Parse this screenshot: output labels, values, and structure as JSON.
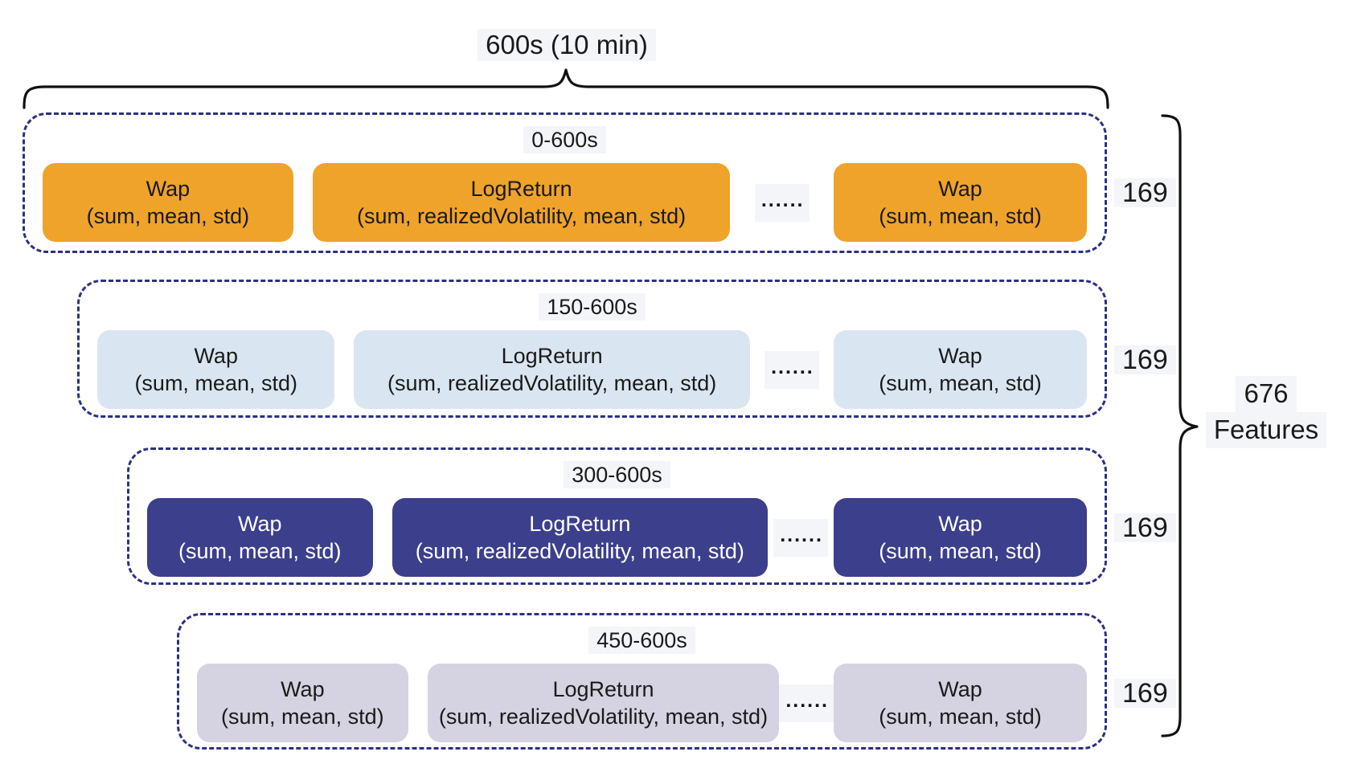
{
  "diagram": {
    "top_label": "600s (10 min)",
    "dots": "......",
    "total": {
      "value": "676",
      "unit": "Features"
    },
    "rows": [
      {
        "window": "0-600s",
        "feature_count": "169",
        "box_color": "#efa32b",
        "boxes": [
          {
            "name": "Wap",
            "stats": "(sum, mean, std)"
          },
          {
            "name": "LogReturn",
            "stats": "(sum, realizedVolatility, mean, std)"
          },
          {
            "name": "Wap",
            "stats": "(sum, mean, std)"
          }
        ]
      },
      {
        "window": "150-600s",
        "feature_count": "169",
        "box_color": "#d9e6f2",
        "boxes": [
          {
            "name": "Wap",
            "stats": "(sum, mean, std)"
          },
          {
            "name": "LogReturn",
            "stats": "(sum, realizedVolatility, mean, std)"
          },
          {
            "name": "Wap",
            "stats": "(sum, mean, std)"
          }
        ]
      },
      {
        "window": "300-600s",
        "feature_count": "169",
        "box_color": "#3c3f8c",
        "boxes": [
          {
            "name": "Wap",
            "stats": "(sum, mean, std)"
          },
          {
            "name": "LogReturn",
            "stats": "(sum, realizedVolatility, mean, std)"
          },
          {
            "name": "Wap",
            "stats": "(sum, mean, std)"
          }
        ]
      },
      {
        "window": "450-600s",
        "feature_count": "169",
        "box_color": "#d5d3e1",
        "boxes": [
          {
            "name": "Wap",
            "stats": "(sum, mean, std)"
          },
          {
            "name": "LogReturn",
            "stats": "(sum, realizedVolatility, mean, std)"
          },
          {
            "name": "Wap",
            "stats": "(sum, mean, std)"
          }
        ]
      }
    ],
    "colors": {
      "dashed_border": "#2b3084",
      "brace": "#111111",
      "row_orange": "#efa32b",
      "row_light_blue": "#d9e6f2",
      "row_navy": "#3c3f8c",
      "row_lavender": "#d5d3e1",
      "label_highlight": "#f4f5f8"
    }
  }
}
